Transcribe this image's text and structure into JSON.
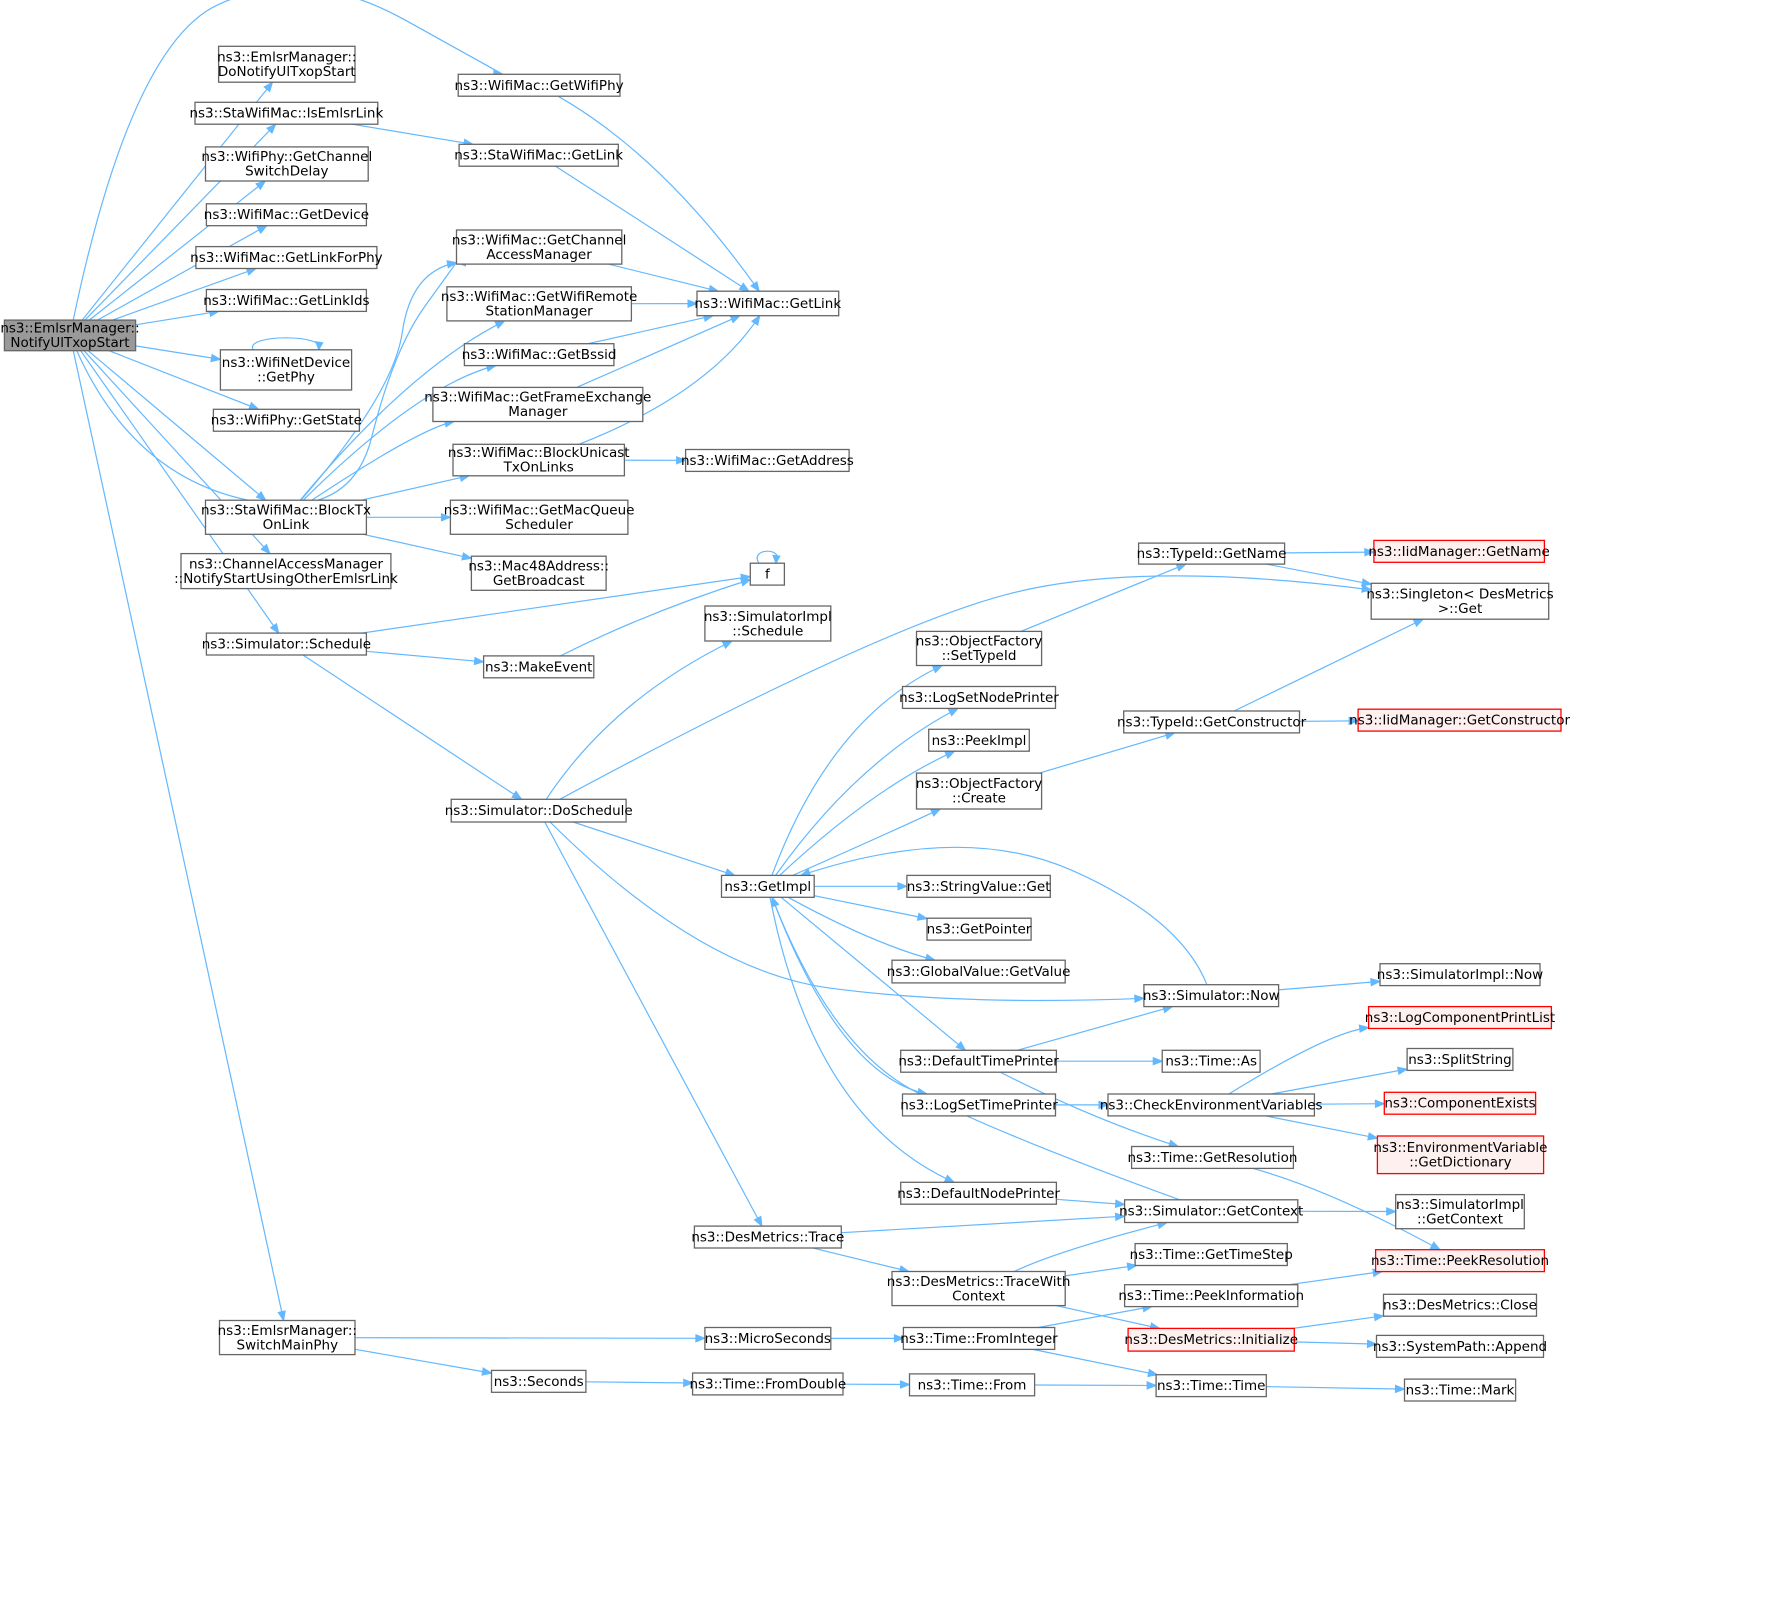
{
  "nodes": {
    "root": "ns3::EmlsrManager::\nNotifyUlTxopStart",
    "doNotify": "ns3::EmlsrManager::\nDoNotifyUlTxopStart",
    "isEmlsr": "ns3::StaWifiMac::IsEmlsrLink",
    "chSwitch": "ns3::WifiPhy::GetChannel\nSwitchDelay",
    "getDevice": "ns3::WifiMac::GetDevice",
    "linkForPhy": "ns3::WifiMac::GetLinkForPhy",
    "linkIds": "ns3::WifiMac::GetLinkIds",
    "netDevPhy": "ns3::WifiNetDevice\n::GetPhy",
    "getState": "ns3::WifiPhy::GetState",
    "blockTxOnLink": "ns3::StaWifiMac::BlockTx\nOnLink",
    "notifyStart": "ns3::ChannelAccessManager\n::NotifyStartUsingOtherEmlsrLink",
    "schedule": "ns3::Simulator::Schedule",
    "switchMainPhy": "ns3::EmlsrManager::\nSwitchMainPhy",
    "getWifiPhy": "ns3::WifiMac::GetWifiPhy",
    "staGetLink": "ns3::StaWifiMac::GetLink",
    "chAccMgr": "ns3::WifiMac::GetChannel\nAccessManager",
    "remoteMgr": "ns3::WifiMac::GetWifiRemote\nStationManager",
    "getBssid": "ns3::WifiMac::GetBssid",
    "frameExch": "ns3::WifiMac::GetFrameExchange\nManager",
    "blockUnicast": "ns3::WifiMac::BlockUnicast\nTxOnLinks",
    "macQueue": "ns3::WifiMac::GetMacQueue\nScheduler",
    "broadcast": "ns3::Mac48Address::\nGetBroadcast",
    "getLink": "ns3::WifiMac::GetLink",
    "getAddress": "ns3::WifiMac::GetAddress",
    "f": "f",
    "makeEvent": "ns3::MakeEvent",
    "implSchedule": "ns3::SimulatorImpl\n::Schedule",
    "doSchedule": "ns3::Simulator::DoSchedule",
    "getImpl": "ns3::GetImpl",
    "desTrace": "ns3::DesMetrics::Trace",
    "microSeconds": "ns3::MicroSeconds",
    "seconds": "ns3::Seconds",
    "fromDouble": "ns3::Time::FromDouble",
    "ofSetTypeId": "ns3::ObjectFactory\n::SetTypeId",
    "logNodePrinter": "ns3::LogSetNodePrinter",
    "peekImpl": "ns3::PeekImpl",
    "ofCreate": "ns3::ObjectFactory\n::Create",
    "stringGet": "ns3::StringValue::Get",
    "getPointer": "ns3::GetPointer",
    "globalGetValue": "ns3::GlobalValue::GetValue",
    "defaultTimePrinter": "ns3::DefaultTimePrinter",
    "logTimePrinter": "ns3::LogSetTimePrinter",
    "defaultNodePrinter": "ns3::DefaultNodePrinter",
    "traceWithContext": "ns3::DesMetrics::TraceWith\nContext",
    "fromInteger": "ns3::Time::FromInteger",
    "timeFrom": "ns3::Time::From",
    "typeIdGetName": "ns3::TypeId::GetName",
    "typeIdCtor": "ns3::TypeId::GetConstructor",
    "simNow": "ns3::Simulator::Now",
    "timeAs": "ns3::Time::As",
    "checkEnv": "ns3::CheckEnvironmentVariables",
    "getResolution": "ns3::Time::GetResolution",
    "getContext": "ns3::Simulator::GetContext",
    "getTimeStep": "ns3::Time::GetTimeStep",
    "peekInformation": "ns3::Time::PeekInformation",
    "desInitialize": "ns3::DesMetrics::Initialize",
    "timeTime": "ns3::Time::Time",
    "iidGetName": "ns3::IidManager::GetName",
    "singleton": "ns3::Singleton< DesMetrics\n>::Get",
    "iidGetCtor": "ns3::IidManager::GetConstructor",
    "implNow": "ns3::SimulatorImpl::Now",
    "logCompList": "ns3::LogComponentPrintList",
    "splitString": "ns3::SplitString",
    "compExists": "ns3::ComponentExists",
    "envDict": "ns3::EnvironmentVariable\n::GetDictionary",
    "implGetContext": "ns3::SimulatorImpl\n::GetContext",
    "peekResolution": "ns3::Time::PeekResolution",
    "desClose": "ns3::DesMetrics::Close",
    "sysAppend": "ns3::SystemPath::Append",
    "timeMark": "ns3::Time::Mark"
  },
  "colors": {
    "edge": "#63b8ff",
    "node_border": "#666666",
    "root_fill": "#999999",
    "truncated_border": "#ff0000",
    "truncated_fill": "#fff0f0"
  }
}
